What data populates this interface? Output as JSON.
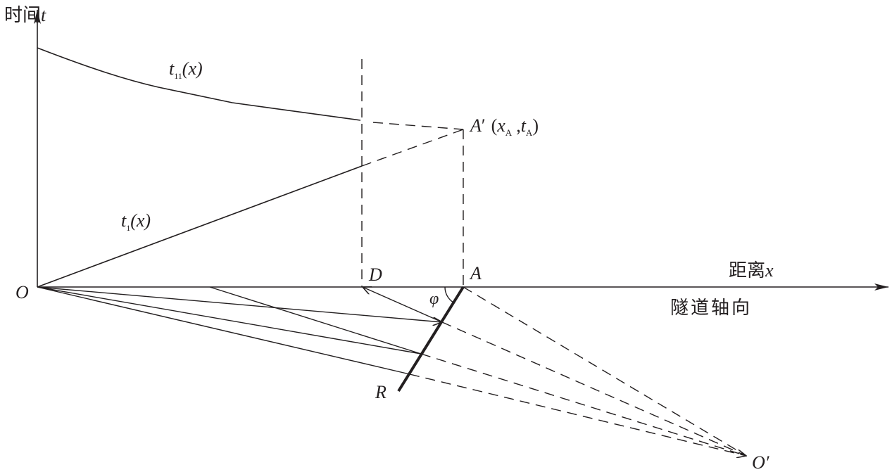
{
  "axes": {
    "y_label": "时间",
    "y_var": "t",
    "x_label": "距离",
    "x_var": "x",
    "x_sublabel": "隧道轴向",
    "origin": "O"
  },
  "curves": {
    "t11": {
      "name": "t",
      "sub": "11",
      "arg": "(x)"
    },
    "t1": {
      "name": "t",
      "sub": "1",
      "arg": "(x)"
    }
  },
  "points": {
    "A_prime": {
      "name": "A",
      "prime": "′",
      "open": "(",
      "x": "x",
      "x_sub": "A",
      "sep": ",",
      "t": "t",
      "t_sub": "A",
      "close": ")"
    },
    "D": "D",
    "A": "A",
    "R": "R",
    "phi": "φ",
    "O_prime": "O′"
  }
}
